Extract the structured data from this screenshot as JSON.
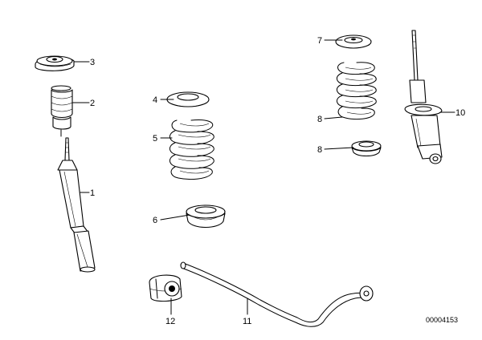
{
  "callouts": [
    {
      "id": "c1",
      "label": "1"
    },
    {
      "id": "c2",
      "label": "2"
    },
    {
      "id": "c3",
      "label": "3"
    },
    {
      "id": "c4",
      "label": "4"
    },
    {
      "id": "c5",
      "label": "5"
    },
    {
      "id": "c6",
      "label": "6"
    },
    {
      "id": "c7",
      "label": "7"
    },
    {
      "id": "c8",
      "label": "8"
    },
    {
      "id": "c8b",
      "label": "8"
    },
    {
      "id": "c10",
      "label": "10"
    },
    {
      "id": "c11",
      "label": "11"
    },
    {
      "id": "c12",
      "label": "12"
    }
  ],
  "doc_number": "00004153"
}
